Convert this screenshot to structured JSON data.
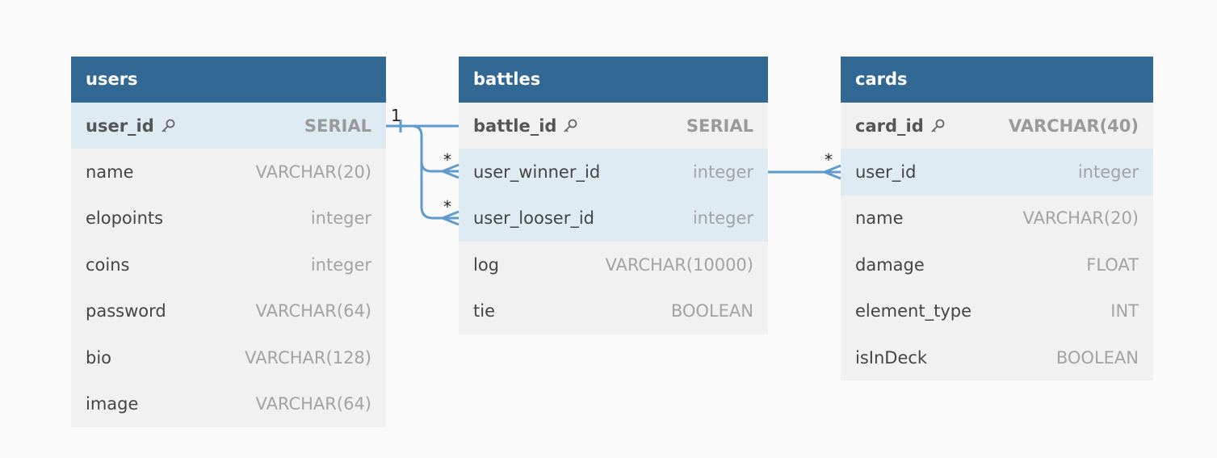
{
  "colors": {
    "header_bg": "#326894",
    "header_text": "#ffffff",
    "body_bg": "#f1f1f1",
    "highlight_bg": "#deebf3",
    "connector": "#5f9bcd",
    "key_icon": "key-icon"
  },
  "tables": {
    "users": {
      "title": "users",
      "columns": [
        {
          "name": "user_id",
          "type": "SERIAL",
          "pk": true
        },
        {
          "name": "name",
          "type": "VARCHAR(20)"
        },
        {
          "name": "elopoints",
          "type": "integer"
        },
        {
          "name": "coins",
          "type": "integer"
        },
        {
          "name": "password",
          "type": "VARCHAR(64)"
        },
        {
          "name": "bio",
          "type": "VARCHAR(128)"
        },
        {
          "name": "image",
          "type": "VARCHAR(64)"
        }
      ]
    },
    "battles": {
      "title": "battles",
      "columns": [
        {
          "name": "battle_id",
          "type": "SERIAL",
          "pk": true
        },
        {
          "name": "user_winner_id",
          "type": "integer"
        },
        {
          "name": "user_looser_id",
          "type": "integer"
        },
        {
          "name": "log",
          "type": "VARCHAR(10000)"
        },
        {
          "name": "tie",
          "type": "BOOLEAN"
        }
      ]
    },
    "cards": {
      "title": "cards",
      "columns": [
        {
          "name": "card_id",
          "type": "VARCHAR(40)",
          "pk": true
        },
        {
          "name": "user_id",
          "type": "integer"
        },
        {
          "name": "name",
          "type": "VARCHAR(20)"
        },
        {
          "name": "damage",
          "type": "FLOAT"
        },
        {
          "name": "element_type",
          "type": "INT"
        },
        {
          "name": "isInDeck",
          "type": "BOOLEAN"
        }
      ]
    }
  },
  "relations": {
    "one": "1",
    "many_winner": "*",
    "many_looser": "*",
    "many_cards": "*"
  }
}
